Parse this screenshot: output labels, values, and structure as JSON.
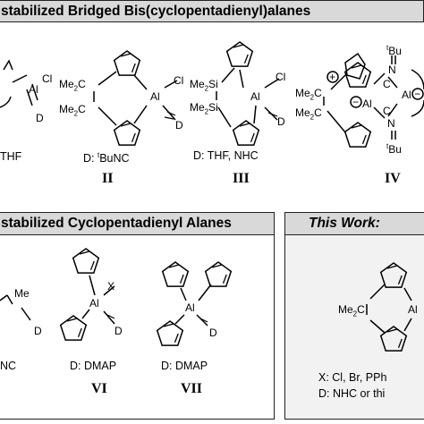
{
  "headers": {
    "top": "stabilized Bridged Bis(cyclopentadienyl)alanes",
    "bottom_left": "stabilized Cyclopentadienyl Alanes",
    "bottom_right": "This Work:"
  },
  "atoms": {
    "al": "Al",
    "cl": "Cl",
    "d": "D",
    "x": "X",
    "me": "Me",
    "me2c": "Me",
    "me2si": "Me",
    "sub2": "2",
    "c_suffix": "C",
    "si_suffix": "Si",
    "bu": "Bu",
    "t": "t",
    "n": "N",
    "c": "C",
    "plus": "+",
    "minus": "−"
  },
  "donors": {
    "a": "THF",
    "b_prefix": "D: ",
    "b_bu": "BuNC",
    "c": "D: THF, NHC",
    "left_a": "NC",
    "left_b": "D: DMAP",
    "left_c": "D: DMAP",
    "right_x": "X: Cl, Br, PPh",
    "right_d": "D: NHC or thi"
  },
  "compounds": [
    "II",
    "III",
    "IV",
    "VI",
    "VII"
  ]
}
